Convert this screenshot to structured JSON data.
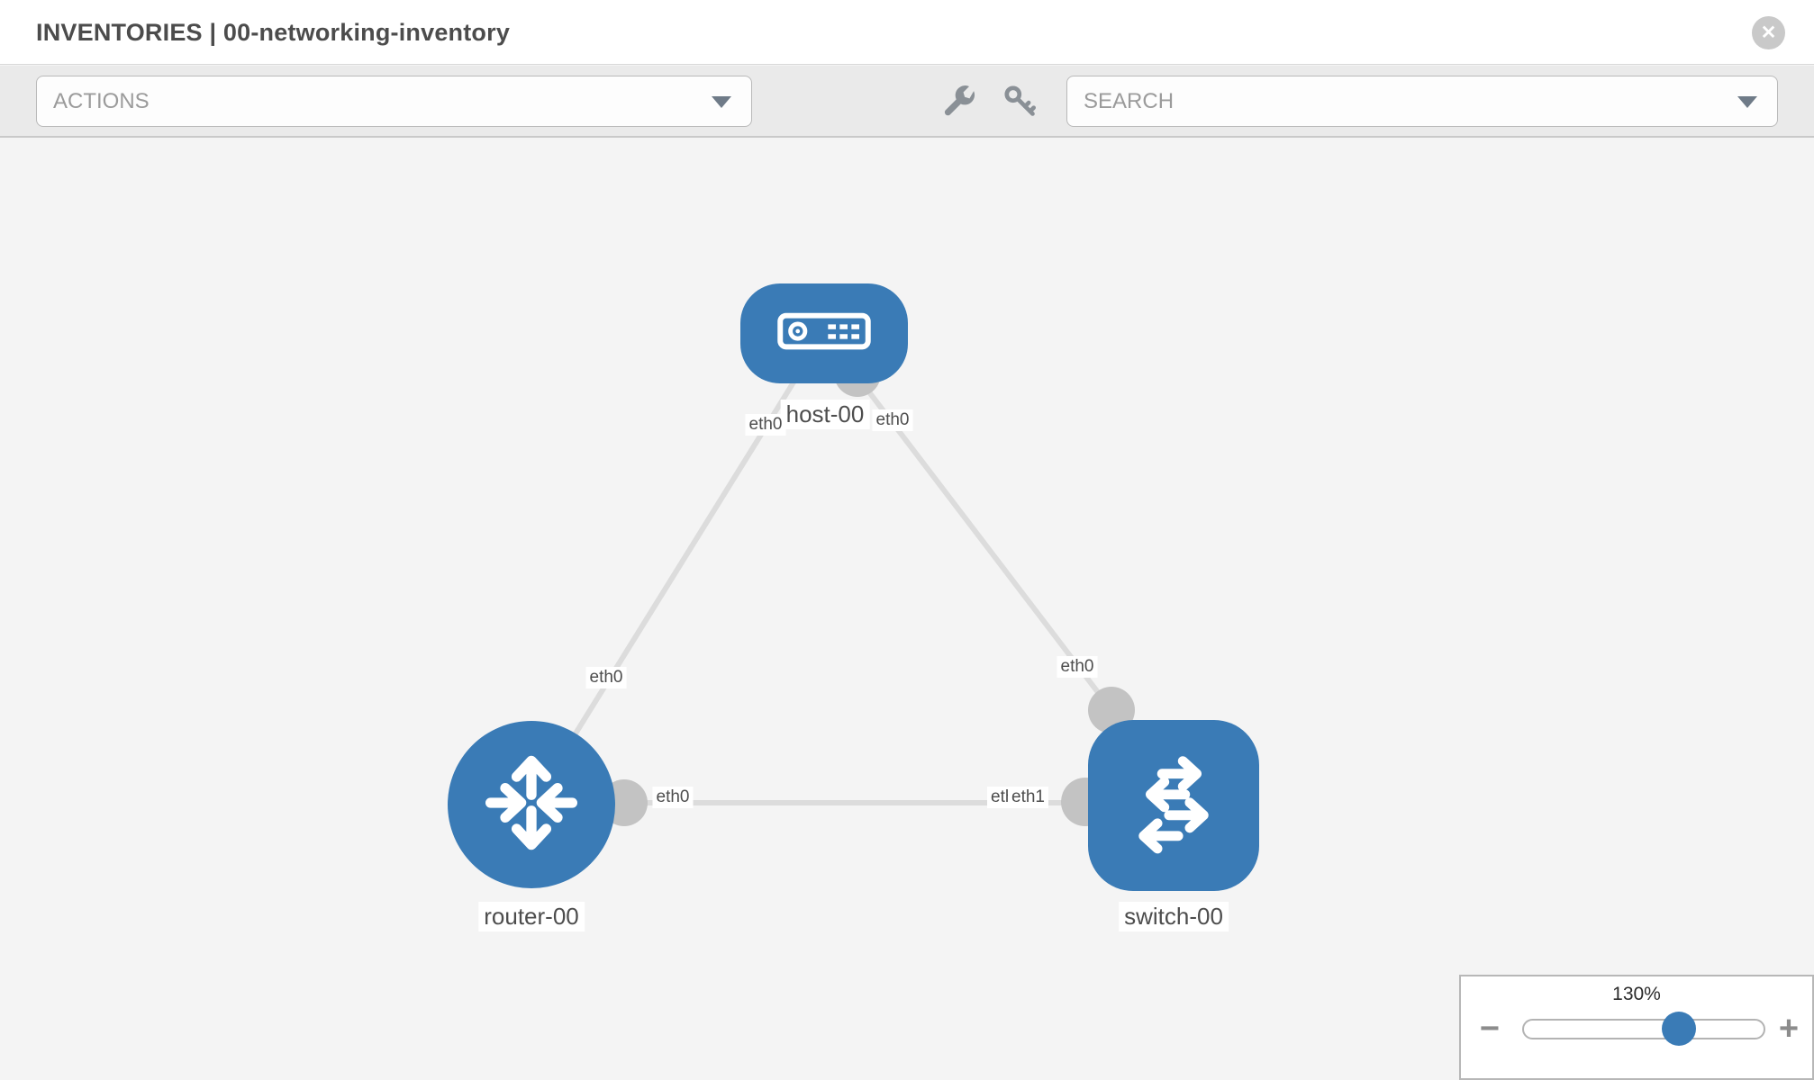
{
  "header": {
    "title": "INVENTORIES | 00-networking-inventory",
    "close_icon_glyph": "✕"
  },
  "toolbar": {
    "actions_placeholder": "ACTIONS",
    "search_placeholder": "SEARCH",
    "icons": [
      "wrench-icon",
      "key-icon"
    ]
  },
  "diagram": {
    "nodes": [
      {
        "id": "host-00",
        "label": "host-00",
        "type": "host"
      },
      {
        "id": "router-00",
        "label": "router-00",
        "type": "router"
      },
      {
        "id": "switch-00",
        "label": "switch-00",
        "type": "switch"
      }
    ],
    "links": [
      {
        "from": "host-00",
        "from_if": "eth0",
        "to": "router-00",
        "to_if": "eth0"
      },
      {
        "from": "host-00",
        "from_if": "eth0",
        "to": "switch-00",
        "to_if": "eth0"
      },
      {
        "from": "router-00",
        "from_if": "eth0",
        "to": "switch-00",
        "to_if": "eth1",
        "to_if_overlapped": "eth0"
      }
    ]
  },
  "zoom_control": {
    "level": "130%",
    "minus_glyph": "−",
    "plus_glyph": "+"
  },
  "colors": {
    "node_blue": "#3a7bb6",
    "link_gray": "#dcdcdc",
    "port_gray": "#c3c3c3",
    "toolbar_gray": "#eaeaea",
    "canvas_gray": "#f4f4f4"
  }
}
